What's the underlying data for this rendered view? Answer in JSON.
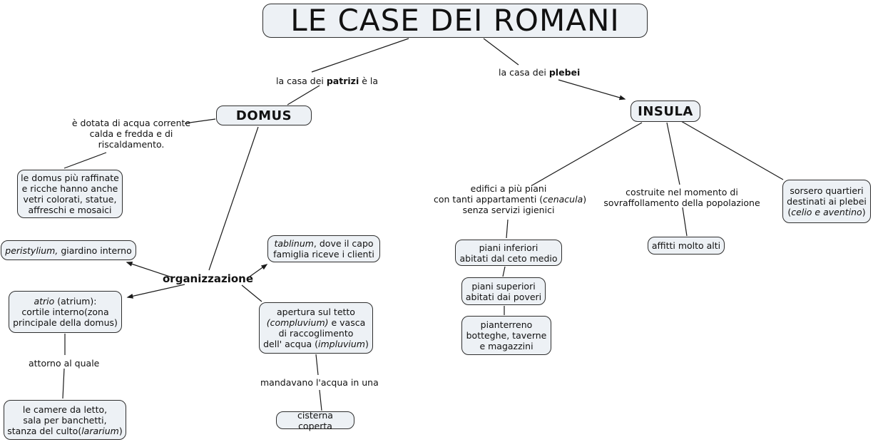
{
  "title": "LE CASE DEI ROMANI",
  "colors": {
    "node_fill": "#edf1f5",
    "node_border": "#2e2e2e",
    "line": "#1a1a1a",
    "text": "#111111"
  },
  "nodes": {
    "patrizi": {
      "pre": "la casa dei ",
      "bold": "patrizi",
      "post": " è la"
    },
    "plebei": {
      "pre": "la casa dei ",
      "bold": "plebei"
    },
    "domus": {
      "label": "DOMUS"
    },
    "insula": {
      "label": "INSULA"
    },
    "dotata": {
      "line1": "è dotata di acqua corrente",
      "line2": "calda e fredda e di",
      "line3": "riscaldamento."
    },
    "raffinate": {
      "line1": "le domus più raffinate",
      "line2": "e ricche hanno anche",
      "line3": "vetri colorati, statue,",
      "line4": "affreschi e mosaici"
    },
    "peristylium": {
      "italic": "peristylium,",
      "rest": " giardino interno"
    },
    "organizzazione": {
      "label": "organizzazione"
    },
    "tablinum": {
      "italic": "tablinum",
      "rest1": ", dove il capo",
      "line2": "famiglia riceve i clienti"
    },
    "atrio": {
      "italic": "atrio",
      "rest1": " (atrium):",
      "line2": "cortile interno(zona",
      "line3": "principale della domus)"
    },
    "attorno": {
      "label": "attorno al quale"
    },
    "camere": {
      "line1": "le camere da letto,",
      "line2": "sala per banchetti,",
      "line3_pre": "stanza del culto(",
      "line3_italic": "lararium",
      "line3_post": ")"
    },
    "apertura": {
      "line1": "apertura sul tetto",
      "line2_italic": "(compluvium)",
      "line2_rest": " e vasca",
      "line3": "di raccoglimento",
      "line4_pre": "dell' acqua (",
      "line4_italic": "impluvium",
      "line4_post": ")"
    },
    "mandavano": {
      "label": "mandavano l'acqua in una"
    },
    "cisterna": {
      "label": "cisterna coperta"
    },
    "edifici": {
      "line1": "edifici a più piani",
      "line2_pre": "con tanti appartamenti (",
      "line2_italic": "cenacula",
      "line2_post": ")",
      "line3": "senza servizi igienici"
    },
    "piani_inferiori": {
      "line1": "piani inferiori",
      "line2": "abitati dal ceto medio"
    },
    "piani_superiori": {
      "line1": "piani superiori",
      "line2": "abitati dai poveri"
    },
    "pianterreno": {
      "line1": "pianterreno",
      "line2": "botteghe, taverne",
      "line3": "e magazzini"
    },
    "costruite": {
      "line1": "costruite nel momento di",
      "line2": "sovraffollamento della popolazione"
    },
    "affitti": {
      "label": "affitti molto alti"
    },
    "sorsero": {
      "line1": "sorsero quartieri",
      "line2": "destinati ai plebei",
      "line3_pre": "(",
      "line3_italic": "celio e aventino",
      "line3_post": ")"
    }
  }
}
